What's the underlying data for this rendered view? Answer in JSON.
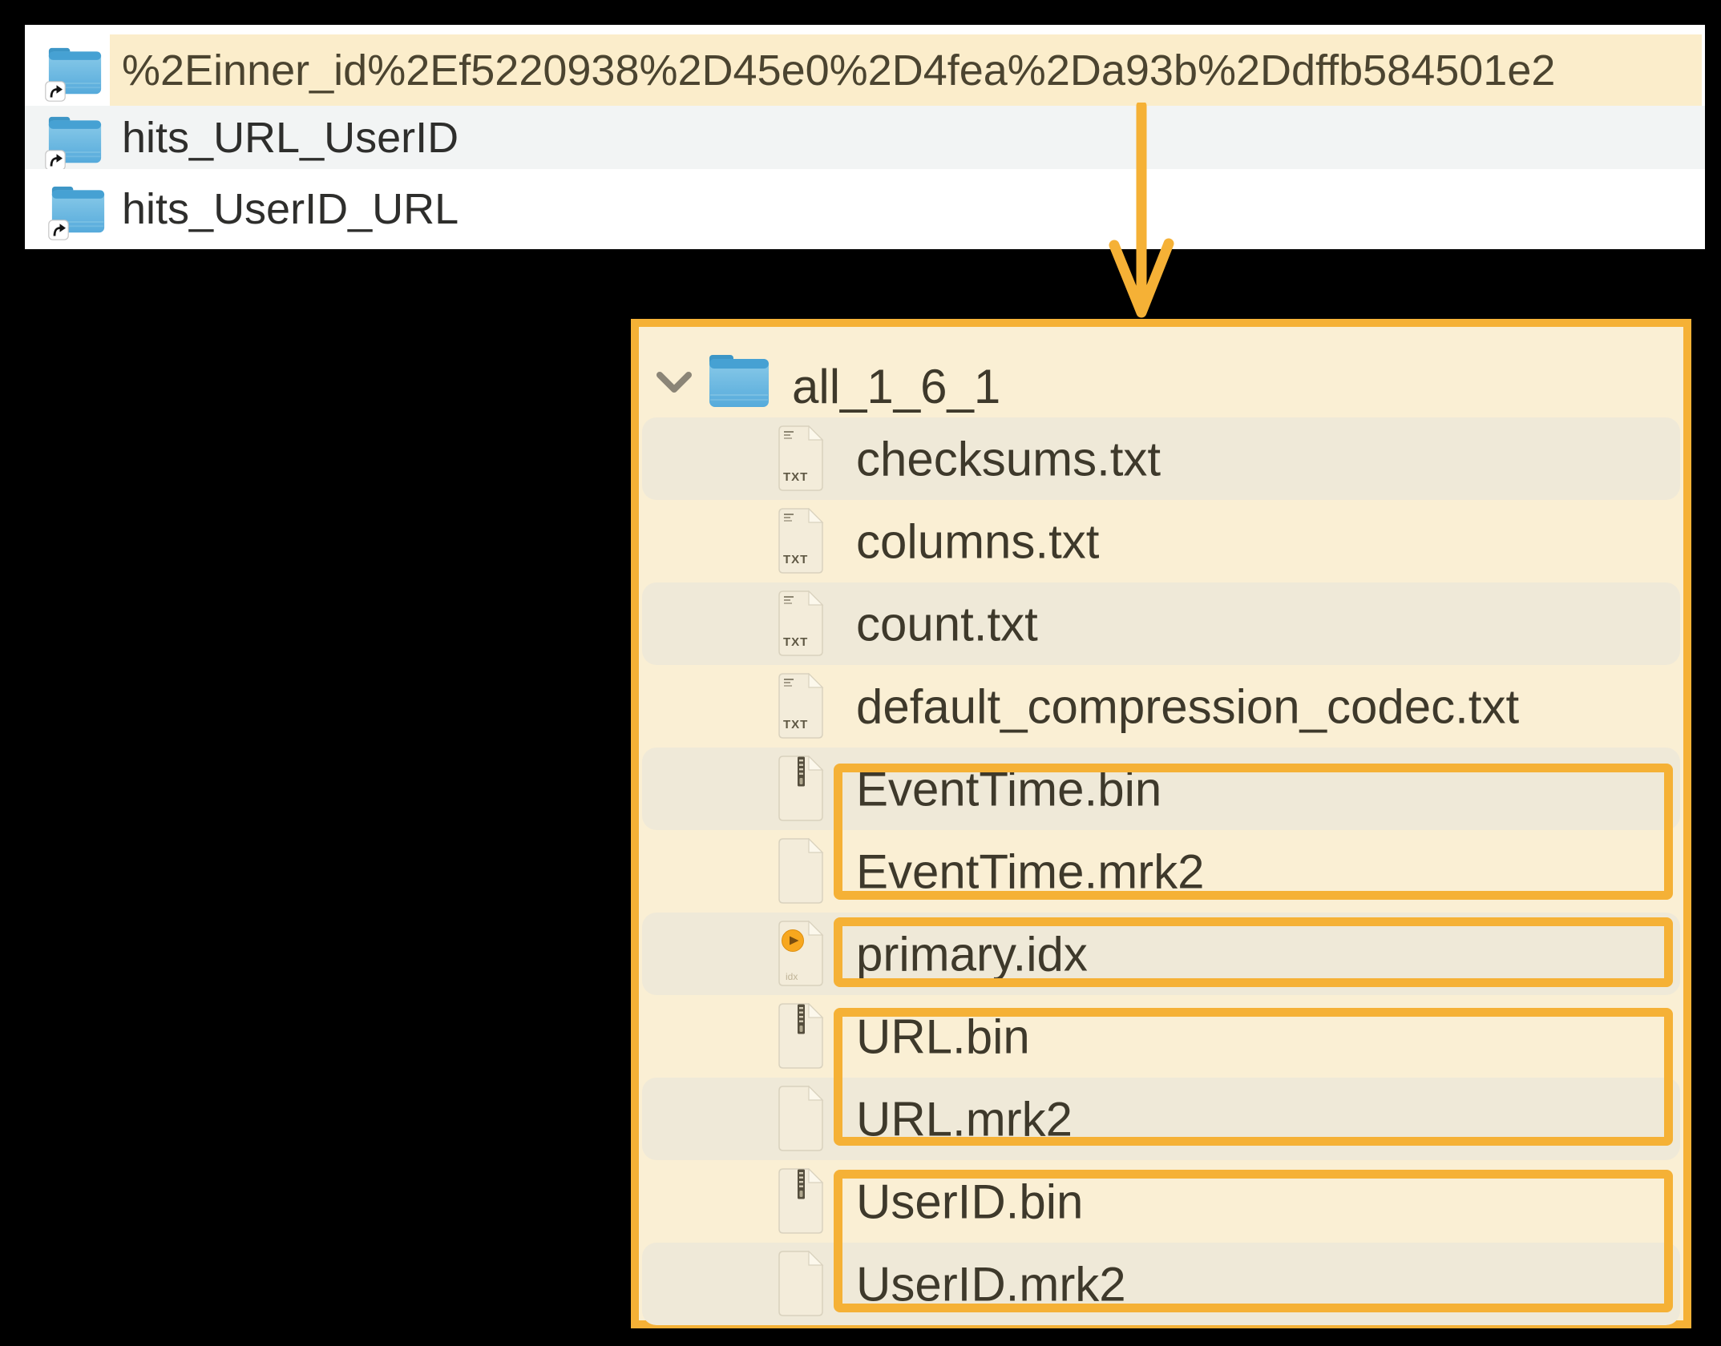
{
  "colors": {
    "accent_orange": "#F5B136",
    "panel_cream": "#FAEFD4",
    "row_stripe_cream": "#EFE9D8",
    "name_highlight_cream": "#FBEDCB",
    "finder_row_stripe": "#F2F4F4",
    "folder_blue": "#5FB2DF",
    "text_dark": "#3E392B"
  },
  "finder": {
    "rows": [
      {
        "label": "%2Einner_id%2Ef5220938%2D45e0%2D4fea%2Da93b%2Ddffb584501e2",
        "icon": "alias-folder-icon",
        "highlighted": true
      },
      {
        "label": "hits_URL_UserID",
        "icon": "alias-folder-icon",
        "highlighted": false
      },
      {
        "label": "hits_UserID_URL",
        "icon": "alias-folder-icon",
        "highlighted": false
      }
    ]
  },
  "annotation": {
    "arrow": "down-arrow from highlighted inner_id folder row to the expanded part folder panel",
    "boxes": [
      {
        "around": [
          "EventTime.bin",
          "EventTime.mrk2"
        ]
      },
      {
        "around": [
          "primary.idx"
        ]
      },
      {
        "around": [
          "URL.bin",
          "URL.mrk2"
        ]
      },
      {
        "around": [
          "UserID.bin",
          "UserID.mrk2"
        ]
      }
    ]
  },
  "tree": {
    "folder": {
      "label": "all_1_6_1",
      "icon": "folder-icon",
      "expanded": true
    },
    "rows": [
      {
        "label": "checksums.txt",
        "icon": "txt-file-icon",
        "striped": true
      },
      {
        "label": "columns.txt",
        "icon": "txt-file-icon",
        "striped": false
      },
      {
        "label": "count.txt",
        "icon": "txt-file-icon",
        "striped": true
      },
      {
        "label": "default_compression_codec.txt",
        "icon": "txt-file-icon",
        "striped": false
      },
      {
        "label": "EventTime.bin",
        "icon": "bin-file-icon",
        "striped": true
      },
      {
        "label": "EventTime.mrk2",
        "icon": "blank-file-icon",
        "striped": false
      },
      {
        "label": "primary.idx",
        "icon": "idx-file-icon",
        "striped": true
      },
      {
        "label": "URL.bin",
        "icon": "bin-file-icon",
        "striped": false
      },
      {
        "label": "URL.mrk2",
        "icon": "blank-file-icon",
        "striped": true
      },
      {
        "label": "UserID.bin",
        "icon": "bin-file-icon",
        "striped": false
      },
      {
        "label": "UserID.mrk2",
        "icon": "blank-file-icon",
        "striped": true
      }
    ]
  }
}
